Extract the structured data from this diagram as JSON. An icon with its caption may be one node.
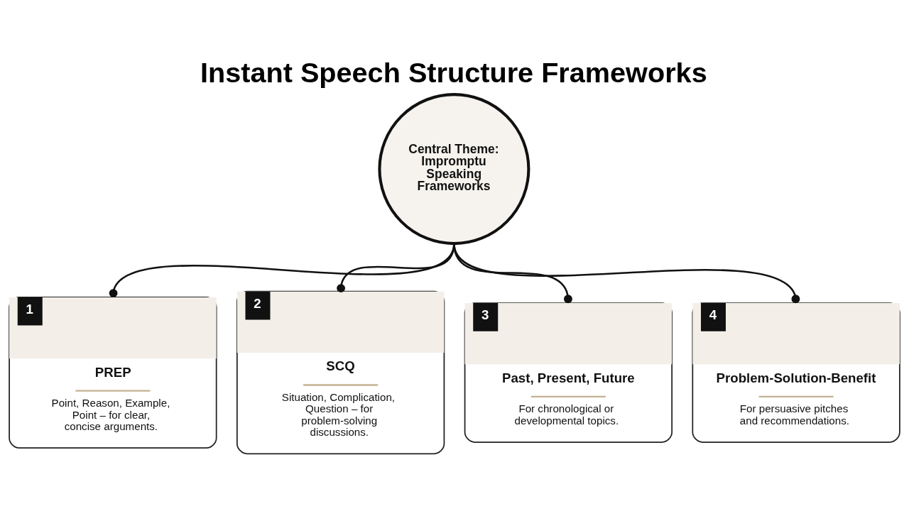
{
  "diagram": {
    "title": "Instant Speech Structure Frameworks",
    "nodes": [
      {
        "text": [
          "Central Theme: Impromptu Speaking Frameworks"
        ]
      },
      {
        "text": [
          "1",
          "PREP",
          "Point, Reason, Example, Point – for clear, concise arguments."
        ]
      },
      {
        "text": [
          "2",
          "SCQ",
          "Situation, Complication, Question – for problem-solving discussions."
        ]
      },
      {
        "text": [
          "3",
          "Past, Present, Future",
          "For chronological or developmental topics."
        ]
      },
      {
        "text": [
          "4",
          "Problem-Solution-Benefit",
          "For persuasive pitches and recommendations."
        ]
      }
    ],
    "edges": [
      {
        "from": 0,
        "to": 1,
        "arrow": "other"
      },
      {
        "from": 0,
        "to": 2,
        "arrow": "other"
      },
      {
        "from": 0,
        "to": 3,
        "arrow": "other"
      },
      {
        "from": 0,
        "to": 4,
        "arrow": "other"
      }
    ]
  }
}
